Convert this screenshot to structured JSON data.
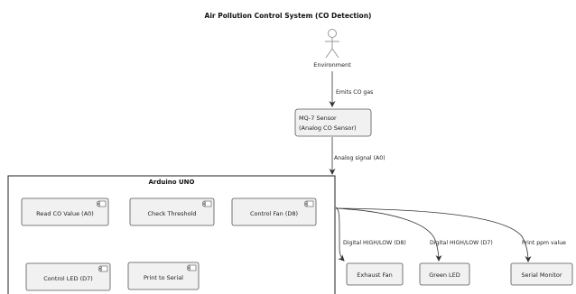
{
  "title": "Air Pollution Control System (CO Detection)",
  "actor": {
    "label": "Environment"
  },
  "edges": {
    "emits": "Emits CO gas",
    "analog": "Analog signal (A0)",
    "fan": "Digital HIGH/LOW (D8)",
    "led": "Digital HIGH/LOW (D7)",
    "serial": "Print ppm value"
  },
  "sensor": {
    "line1": "MQ-7 Sensor",
    "line2": "(Analog CO Sensor)"
  },
  "arduino": {
    "title": "Arduino UNO",
    "components": {
      "read": "Read CO Value (A0)",
      "threshold": "Check Threshold",
      "control_fan": "Control Fan (D8)",
      "control_led": "Control LED (D7)",
      "print": "Print to Serial"
    }
  },
  "outputs": {
    "fan": "Exhaust Fan",
    "led": "Green LED",
    "serial": "Serial Monitor"
  },
  "colors": {
    "box_fill": "#f1f1f1",
    "box_stroke": "#555555",
    "actor_stroke": "#9a9a9a",
    "package_stroke": "#222222"
  },
  "icons": {
    "component": "component-icon",
    "actor": "stick-figure-icon"
  }
}
